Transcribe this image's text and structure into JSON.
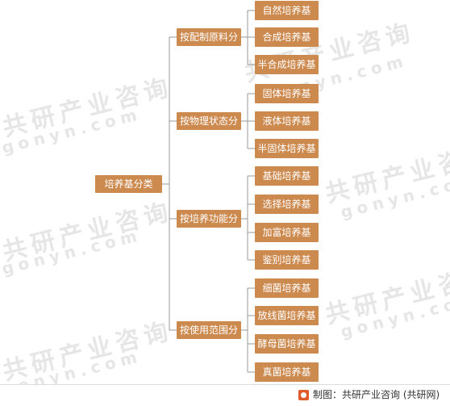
{
  "watermark": {
    "cn": "共研产业咨询",
    "latin": "gonyn.com"
  },
  "root": {
    "label": "培养基分类"
  },
  "categories": [
    {
      "label": "按配制原料分",
      "leaves": [
        "自然培养基",
        "合成培养基",
        "半合成培养基"
      ]
    },
    {
      "label": "按物理状态分",
      "leaves": [
        "固体培养基",
        "液体培养基",
        "半固体培养基"
      ]
    },
    {
      "label": "按培养功能分",
      "leaves": [
        "基础培养基",
        "选择培养基",
        "加富培养基",
        "鉴别培养基"
      ]
    },
    {
      "label": "按使用范围分",
      "leaves": [
        "细菌培养基",
        "放线菌培养基",
        "酵母菌培养基",
        "真菌培养基"
      ]
    }
  ],
  "footer": {
    "source": "制图：共研产业咨询 (共研网)",
    "logo_icon": "gonyn-logo-icon",
    "accent": "#cd8a4f"
  }
}
